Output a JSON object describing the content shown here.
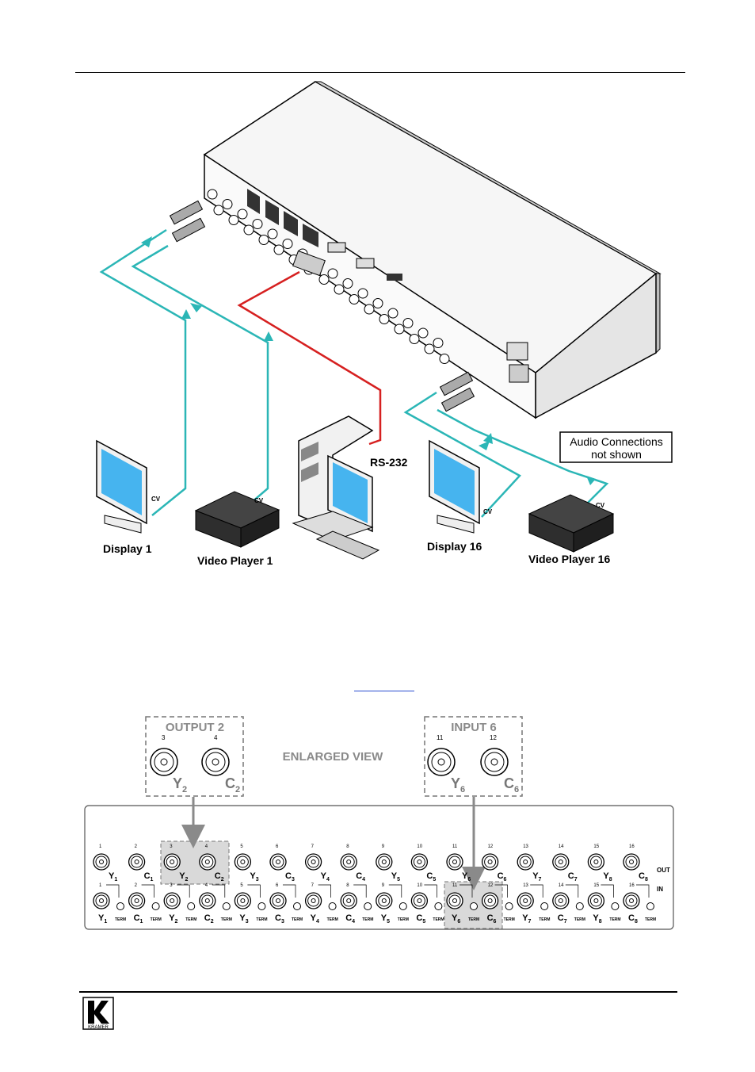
{
  "colors": {
    "cable_video": "#2bb6b6",
    "cable_rs232": "#d62020",
    "screen": "#46b4ef",
    "device_body": "#f4f4f4",
    "highlight": "#d9d9d9"
  },
  "diagram_top": {
    "label_audio_line1": "Audio Connections",
    "label_audio_line2": "not shown",
    "label_rs232": "RS-232",
    "label_display1": "Display 1",
    "label_video_player1": "Video Player 1",
    "label_display16": "Display 16",
    "label_video_player16": "Video Player 16",
    "label_cv": "CV"
  },
  "enlarged": {
    "output_title": "OUTPUT 2",
    "output_num_y": "3",
    "output_num_c": "4",
    "output_y_main": "Y",
    "output_y_sub": "2",
    "output_c_main": "C",
    "output_c_sub": "2",
    "center_title": "ENLARGED VIEW",
    "input_title": "INPUT 6",
    "input_num_y": "11",
    "input_num_c": "12",
    "input_y_main": "Y",
    "input_y_sub": "6",
    "input_c_main": "C",
    "input_c_sub": "6"
  },
  "panel": {
    "out_label": "OUT",
    "in_label": "IN",
    "term_label": "TERM",
    "connectors": [
      {
        "num": "1",
        "main": "Y",
        "sub": "1"
      },
      {
        "num": "2",
        "main": "C",
        "sub": "1"
      },
      {
        "num": "3",
        "main": "Y",
        "sub": "2"
      },
      {
        "num": "4",
        "main": "C",
        "sub": "2"
      },
      {
        "num": "5",
        "main": "Y",
        "sub": "3"
      },
      {
        "num": "6",
        "main": "C",
        "sub": "3"
      },
      {
        "num": "7",
        "main": "Y",
        "sub": "4"
      },
      {
        "num": "8",
        "main": "C",
        "sub": "4"
      },
      {
        "num": "9",
        "main": "Y",
        "sub": "5"
      },
      {
        "num": "10",
        "main": "C",
        "sub": "5"
      },
      {
        "num": "11",
        "main": "Y",
        "sub": "6"
      },
      {
        "num": "12",
        "main": "C",
        "sub": "6"
      },
      {
        "num": "13",
        "main": "Y",
        "sub": "7"
      },
      {
        "num": "14",
        "main": "C",
        "sub": "7"
      },
      {
        "num": "15",
        "main": "Y",
        "sub": "8"
      },
      {
        "num": "16",
        "main": "C",
        "sub": "8"
      }
    ]
  },
  "footer": {
    "logo_letter": "K",
    "logo_text": "KRAMER"
  }
}
